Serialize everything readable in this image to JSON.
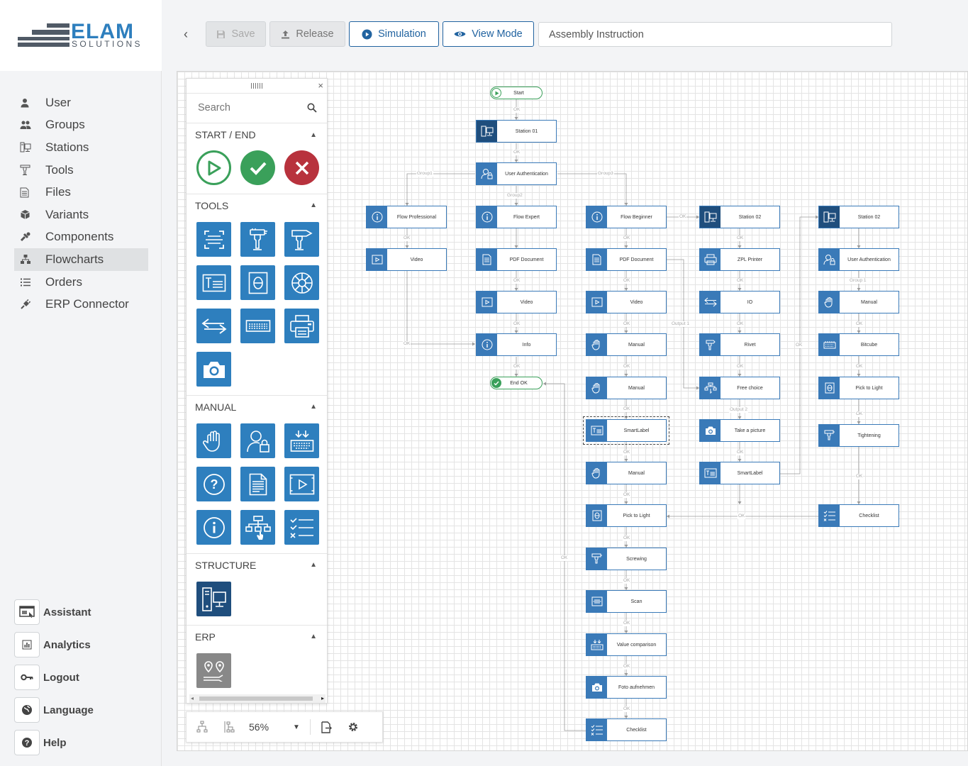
{
  "logo": {
    "name": "ELAM",
    "sub": "SOLUTIONS"
  },
  "nav": [
    {
      "label": "User",
      "icon": "user-icon"
    },
    {
      "label": "Groups",
      "icon": "users-icon"
    },
    {
      "label": "Stations",
      "icon": "station-icon"
    },
    {
      "label": "Tools",
      "icon": "tool-icon"
    },
    {
      "label": "Files",
      "icon": "file-icon"
    },
    {
      "label": "Variants",
      "icon": "cube-icon"
    },
    {
      "label": "Components",
      "icon": "component-icon"
    },
    {
      "label": "Flowcharts",
      "icon": "flowchart-icon",
      "active": true
    },
    {
      "label": "Orders",
      "icon": "list-icon"
    },
    {
      "label": "ERP Connector",
      "icon": "plug-icon"
    }
  ],
  "bottom_nav": [
    {
      "label": "Assistant",
      "icon": "assistant-icon"
    },
    {
      "label": "Analytics",
      "icon": "analytics-icon"
    },
    {
      "label": "Logout",
      "icon": "key-icon"
    },
    {
      "label": "Language",
      "icon": "globe-icon"
    },
    {
      "label": "Help",
      "icon": "help-icon"
    }
  ],
  "toolbar": {
    "save": "Save",
    "release": "Release",
    "simulation": "Simulation",
    "view_mode": "View Mode",
    "title_value": "Assembly Instruction"
  },
  "palette": {
    "search_placeholder": "Search",
    "sections": [
      "START / END",
      "TOOLS",
      "MANUAL",
      "STRUCTURE",
      "ERP"
    ]
  },
  "zoom": {
    "level": "56%"
  },
  "flow": {
    "terminals": [
      {
        "label": "Start",
        "kind": "start"
      },
      {
        "label": "End OK",
        "kind": "ok"
      }
    ],
    "nodes": [
      {
        "label": "Station 01",
        "icon": "station"
      },
      {
        "label": "User Authentication",
        "icon": "auth"
      },
      {
        "label": "Flow Professional",
        "icon": "info"
      },
      {
        "label": "Video",
        "icon": "video"
      },
      {
        "label": "Flow Expert",
        "icon": "info"
      },
      {
        "label": "PDF Document",
        "icon": "pdf"
      },
      {
        "label": "Video",
        "icon": "video"
      },
      {
        "label": "Info",
        "icon": "info"
      },
      {
        "label": "Flow Beginner",
        "icon": "info"
      },
      {
        "label": "PDF Document",
        "icon": "pdf"
      },
      {
        "label": "Video",
        "icon": "video"
      },
      {
        "label": "Manual",
        "icon": "hand"
      },
      {
        "label": "Manual",
        "icon": "hand"
      },
      {
        "label": "SmartLabel",
        "icon": "label"
      },
      {
        "label": "Manual",
        "icon": "hand"
      },
      {
        "label": "Pick to Light",
        "icon": "light"
      },
      {
        "label": "Screwing",
        "icon": "screw"
      },
      {
        "label": "Scan",
        "icon": "scan"
      },
      {
        "label": "Value comparison",
        "icon": "keyboard"
      },
      {
        "label": "Foto aufnehmen",
        "icon": "camera"
      },
      {
        "label": "Checklist",
        "icon": "checklist"
      },
      {
        "label": "Station 02",
        "icon": "station"
      },
      {
        "label": "ZPL Printer",
        "icon": "printer"
      },
      {
        "label": "IO",
        "icon": "io"
      },
      {
        "label": "Rivet",
        "icon": "rivet"
      },
      {
        "label": "Free choice",
        "icon": "choice"
      },
      {
        "label": "Take a picture",
        "icon": "camera"
      },
      {
        "label": "SmartLabel",
        "icon": "label"
      },
      {
        "label": "Station 02",
        "icon": "station"
      },
      {
        "label": "User Authentication",
        "icon": "auth"
      },
      {
        "label": "Manual",
        "icon": "hand"
      },
      {
        "label": "Bitcube",
        "icon": "bitcube"
      },
      {
        "label": "Pick to Light",
        "icon": "light"
      },
      {
        "label": "Tightening",
        "icon": "screw"
      },
      {
        "label": "Checklist",
        "icon": "checklist"
      }
    ],
    "edge_labels": [
      "OK",
      "Group1",
      "Group2",
      "Group3",
      "Group 1",
      "Output 1",
      "Output 2"
    ]
  }
}
